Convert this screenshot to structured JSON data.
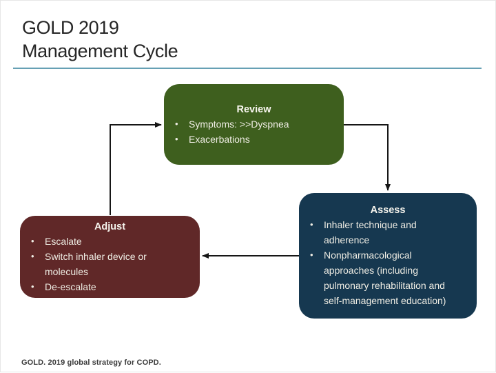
{
  "slide": {
    "title_line1": "GOLD 2019",
    "title_line2": "Management Cycle",
    "footer": "GOLD. 2019 global strategy for COPD."
  },
  "colors": {
    "review_green": "#3e5f1e",
    "assess_navy": "#163850",
    "adjust_maroon": "#602828",
    "rule_teal": "#66a0b4",
    "connector": "#161616",
    "box_text": "#efede4"
  },
  "diagram": {
    "review": {
      "title": "Review",
      "bullets": [
        "Symptoms: >>Dyspnea",
        "Exacerbations"
      ]
    },
    "assess": {
      "title": "Assess",
      "bullets": [
        "Inhaler technique and adherence",
        "Nonpharmacological approaches (including pulmonary rehabilitation and self-management education)"
      ]
    },
    "adjust": {
      "title": "Adjust",
      "bullets": [
        "Escalate",
        "Switch inhaler device or molecules",
        "De-escalate"
      ]
    }
  }
}
